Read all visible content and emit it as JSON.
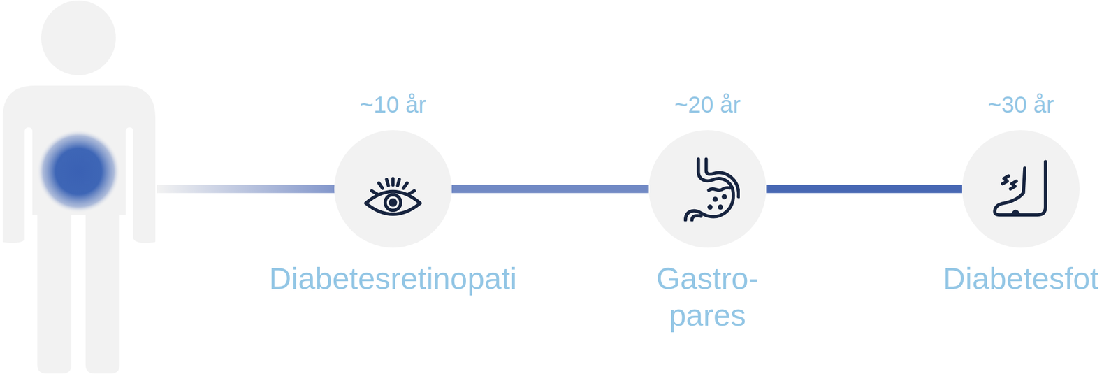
{
  "diagram": {
    "nodes": [
      {
        "text": [
          "~10 år",
          "Diabetesretinopati"
        ]
      },
      {
        "text": [
          "~20 år",
          "Gastro- pares"
        ]
      },
      {
        "text": [
          "~30 år",
          "Diabetesfot"
        ]
      }
    ],
    "edges": [
      {
        "from": 0,
        "to": 1,
        "arrow": "none"
      },
      {
        "from": 1,
        "to": 2,
        "arrow": "none"
      }
    ]
  }
}
